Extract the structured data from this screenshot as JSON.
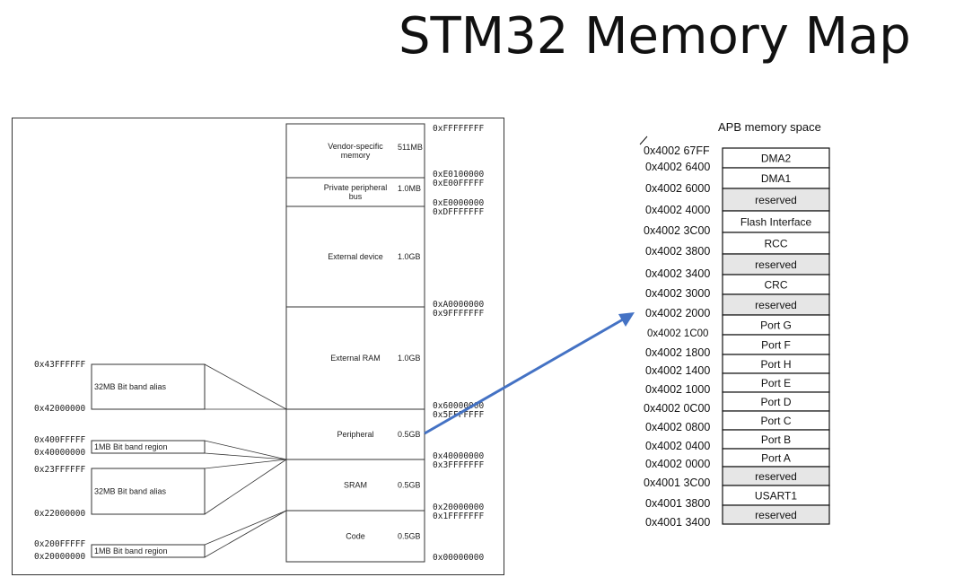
{
  "title": "STM32 Memory Map",
  "memory_map": {
    "regions": [
      {
        "name": "Vendor-specific memory",
        "size": "511MB"
      },
      {
        "name": "Private peripheral bus",
        "size": "1.0MB"
      },
      {
        "name": "External device",
        "size": "1.0GB"
      },
      {
        "name": "External RAM",
        "size": "1.0GB"
      },
      {
        "name": "Peripheral",
        "size": "0.5GB"
      },
      {
        "name": "SRAM",
        "size": "0.5GB"
      },
      {
        "name": "Code",
        "size": "0.5GB"
      }
    ],
    "addresses": [
      "0xFFFFFFFF",
      "0xE0100000",
      "0xE00FFFFF",
      "0xE0000000",
      "0xDFFFFFFF",
      "0xA0000000",
      "0x9FFFFFFF",
      "0x60000000",
      "0x5FFFFFFF",
      "0x40000000",
      "0x3FFFFFFF",
      "0x20000000",
      "0x1FFFFFFF",
      "0x00000000"
    ],
    "bitband_boxes": [
      {
        "label": "32MB Bit band alias",
        "top": "0x43FFFFFF",
        "bottom": "0x42000000"
      },
      {
        "label": "1MB Bit band region",
        "top": "0x400FFFFF",
        "bottom": "0x40000000"
      },
      {
        "label": "32MB Bit band alias",
        "top": "0x23FFFFFF",
        "bottom": "0x22000000"
      },
      {
        "label": "1MB Bit band region",
        "top": "0x200FFFFF",
        "bottom": "0x20000000"
      }
    ]
  },
  "apb": {
    "title": "APB memory space",
    "addresses": [
      "0x4002 67FF",
      "0x4002 6400",
      "0x4002 6000",
      "0x4002 4000",
      "0x4002 3C00",
      "0x4002 3800",
      "0x4002 3400",
      "0x4002 3000",
      "0x4002 2000",
      "0x4002  1C00",
      "0x4002 1800",
      "0x4002 1400",
      "0x4002 1000",
      "0x4002 0C00",
      "0x4002 0800",
      "0x4002 0400",
      "0x4002 0000",
      "0x4001 3C00",
      "0x4001 3800",
      "0x4001 3400"
    ],
    "cells": [
      {
        "label": "DMA2",
        "reserved": false
      },
      {
        "label": "DMA1",
        "reserved": false
      },
      {
        "label": "reserved",
        "reserved": true
      },
      {
        "label": "Flash Interface",
        "reserved": false
      },
      {
        "label": "RCC",
        "reserved": false
      },
      {
        "label": "reserved",
        "reserved": true
      },
      {
        "label": "CRC",
        "reserved": false
      },
      {
        "label": "reserved",
        "reserved": true
      },
      {
        "label": "Port G",
        "reserved": false
      },
      {
        "label": "Port F",
        "reserved": false
      },
      {
        "label": "Port H",
        "reserved": false
      },
      {
        "label": "Port E",
        "reserved": false
      },
      {
        "label": "Port D",
        "reserved": false
      },
      {
        "label": "Port C",
        "reserved": false
      },
      {
        "label": "Port B",
        "reserved": false
      },
      {
        "label": "Port A",
        "reserved": false
      },
      {
        "label": "reserved",
        "reserved": true
      },
      {
        "label": "USART1",
        "reserved": false
      },
      {
        "label": "reserved",
        "reserved": true
      }
    ]
  },
  "colors": {
    "arrow": "#4472C4",
    "reserved_fill": "#e6e6e6",
    "line": "#333333"
  }
}
